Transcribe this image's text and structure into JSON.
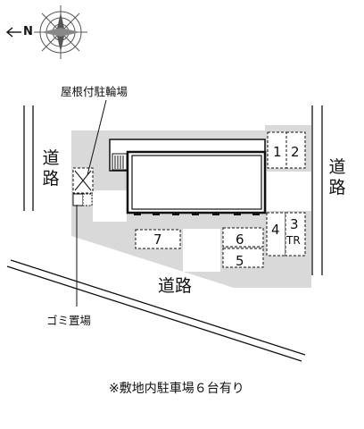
{
  "compass": {
    "letter": "N"
  },
  "labels": {
    "road_left": "道路",
    "road_right": "道路",
    "road_bottom": "道路",
    "bicycle_parking": "屋根付駐輪場",
    "garbage": "ゴミ置場",
    "note": "※敷地内駐車場６台有り"
  },
  "parking_spots": [
    "1",
    "2",
    "3",
    "4",
    "5",
    "6",
    "7"
  ],
  "transformer": "TR",
  "colors": {
    "site": "#d9d9d9",
    "line": "#111111",
    "background": "#ffffff"
  }
}
